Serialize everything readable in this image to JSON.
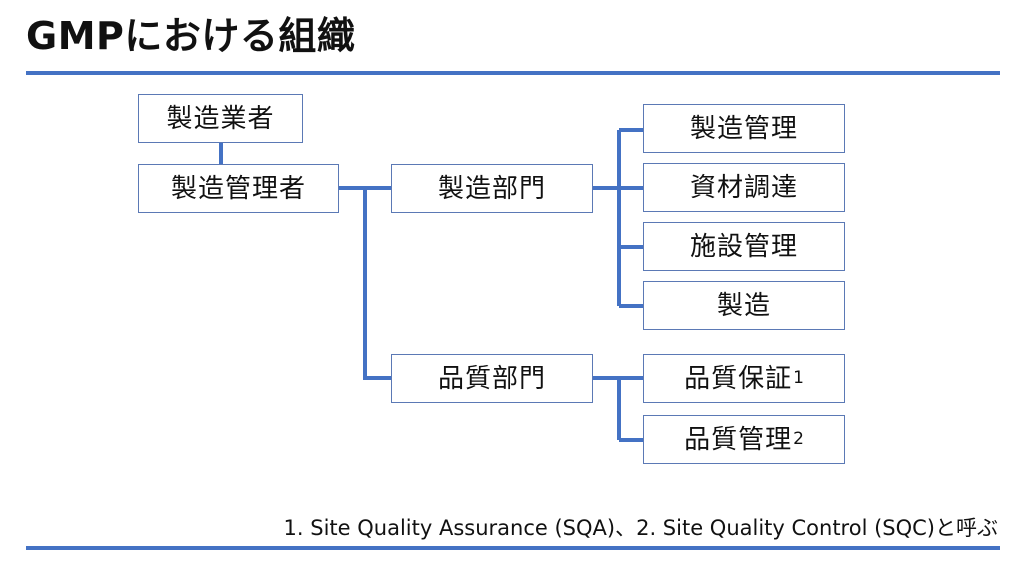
{
  "slide": {
    "title": "GMPにおける組織",
    "footnote": "1. Site Quality Assurance (SQA)、2. Site Quality Control (SQC)と呼ぶ"
  },
  "org": {
    "manufacturer": "製造業者",
    "manufacturing_manager": "製造管理者",
    "manufacturing_dept": {
      "label": "製造部門",
      "children": [
        "製造管理",
        "資材調達",
        "施設管理",
        "製造"
      ]
    },
    "quality_dept": {
      "label": "品質部門",
      "children": [
        {
          "label": "品質保証",
          "note": "1"
        },
        {
          "label": "品質管理",
          "note": "2"
        }
      ]
    }
  },
  "colors": {
    "connector": "#4472c4",
    "rule": "#4472c4",
    "box_border": "#5b79b5"
  }
}
